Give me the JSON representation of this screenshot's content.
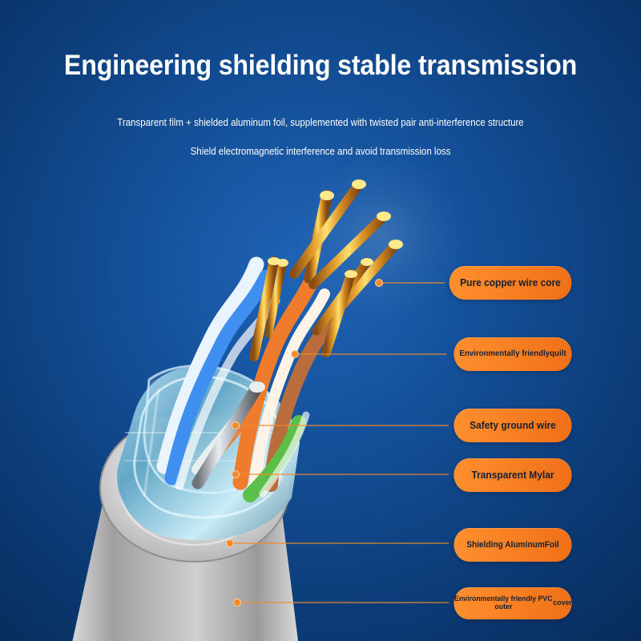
{
  "header": {
    "title": "Engineering shielding stable transmission",
    "subtitle_line_1": "Transparent film + shielded aluminum foil, supplemented with twisted pair anti-interference structure",
    "subtitle_line_2": "Shield electromagnetic interference and avoid transmission loss"
  },
  "labels": {
    "pure_copper_wire_core": "Pure copper wire core",
    "environmentally_friendly_quilt_line_1": "Environmentally friendly",
    "environmentally_friendly_quilt_line_2": "quilt",
    "safety_ground_wire": "Safety ground wire",
    "transparent_mylar": "Transparent Mylar",
    "shielding_aluminum_foil_line_1": "Shielding Aluminum",
    "shielding_aluminum_foil_line_2": "Foil",
    "pvc_outer_cover_line_1": "Environmentally friendly PVC outer",
    "pvc_outer_cover_line_2": "cover"
  },
  "colors": {
    "background_deep_blue": "#0b3a75",
    "callout_orange": "#f07017",
    "copper": "#d99a2b",
    "wire_blue": "#3f8ff0",
    "wire_orange": "#ef7b2d",
    "wire_green": "#5cbf49",
    "wire_brown": "#b96c3c",
    "outer_cover_gray": "#b7b7b7"
  }
}
